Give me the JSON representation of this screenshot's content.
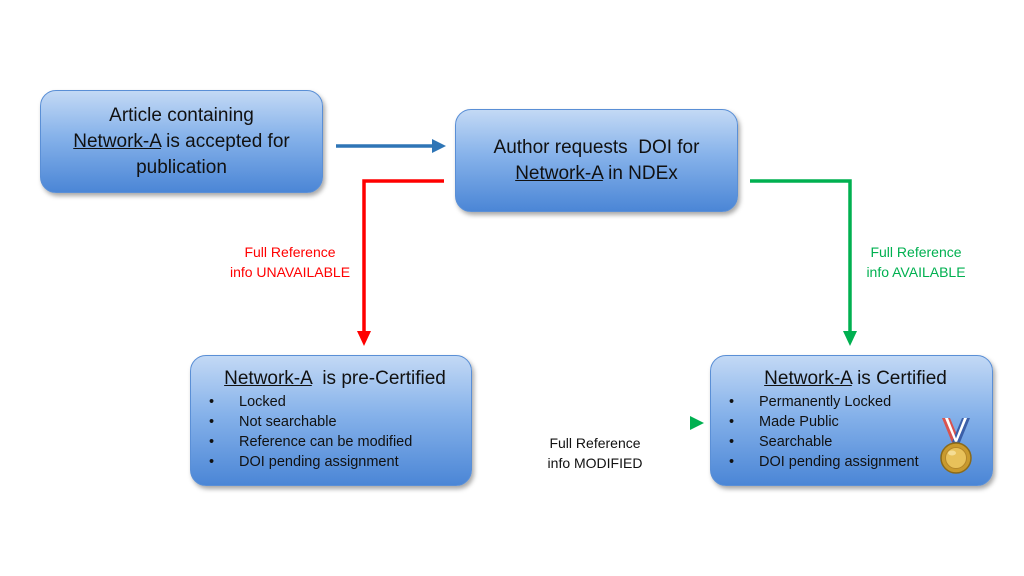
{
  "colors": {
    "unavailable": "#ff0000",
    "available": "#00b050",
    "flow": "#2e75b6",
    "box_gradient_top": "#c3d9f5",
    "box_gradient_bottom": "#4b86d6"
  },
  "box_article": {
    "line1": "Article containing",
    "network": "Network-A",
    "line2_rest": " is accepted for",
    "line3": "publication"
  },
  "box_request": {
    "line1": "Author requests  DOI for",
    "network": "Network-A",
    "line2_rest": " in NDEx"
  },
  "box_precertified": {
    "network": "Network-A",
    "title_rest": "  is pre-Certified",
    "bullet": "•",
    "items": [
      "Locked",
      "Not searchable",
      "Reference can be modified",
      "DOI pending assignment"
    ]
  },
  "box_certified": {
    "network": "Network-A",
    "title_rest": " is Certified",
    "bullet": "•",
    "items": [
      "Permanently Locked",
      "Made Public",
      "Searchable",
      "DOI pending assignment"
    ],
    "badge_icon": "medal-icon"
  },
  "labels": {
    "unavailable_line1": "Full Reference",
    "unavailable_line2": "info UNAVAILABLE",
    "available_line1": "Full Reference",
    "available_line2": "info AVAILABLE",
    "modified_line1": "Full Reference",
    "modified_line2": "info MODIFIED"
  }
}
